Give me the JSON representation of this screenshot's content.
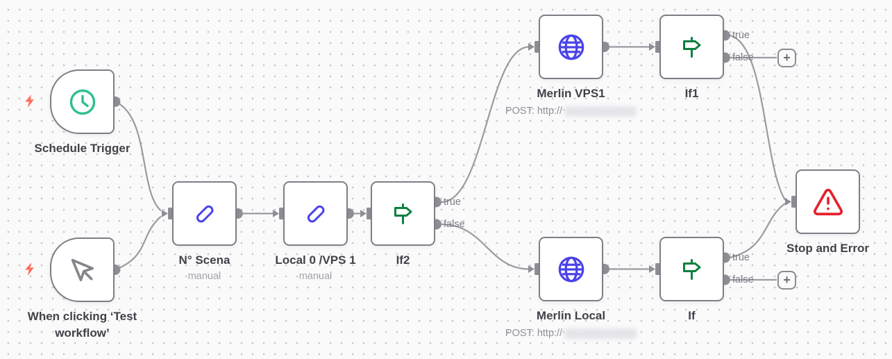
{
  "app": {
    "name": "n8n workflow canvas"
  },
  "nodes": {
    "schedule_trigger": {
      "label": "Schedule Trigger",
      "icon": "clock-icon"
    },
    "manual_trigger": {
      "label": "When clicking ‘Test workflow’",
      "icon": "mouse-pointer-icon"
    },
    "n_scena": {
      "label": "N° Scena",
      "sublabel": "manual",
      "icon": "pen-icon"
    },
    "local_vps": {
      "label": "Local 0 /VPS 1",
      "sublabel": "manual",
      "icon": "pen-icon"
    },
    "if2": {
      "label": "If2",
      "icon": "signpost-icon"
    },
    "merlin_vps1": {
      "label": "Merlin VPS1",
      "sublabel": "POST: http://",
      "icon": "globe-icon"
    },
    "if1": {
      "label": "If1",
      "icon": "signpost-icon"
    },
    "merlin_local": {
      "label": "Merlin Local",
      "sublabel": "POST: http://",
      "icon": "globe-icon"
    },
    "if_node": {
      "label": "If",
      "icon": "signpost-icon"
    },
    "stop_error": {
      "label": "Stop and Error",
      "icon": "alert-triangle-icon"
    }
  },
  "edge_labels": {
    "true": "true",
    "false": "false"
  },
  "controls": {
    "add_node_label": "+"
  },
  "connections": [
    {
      "from": "Schedule Trigger",
      "to": "N° Scena"
    },
    {
      "from": "When clicking ‘Test workflow’",
      "to": "N° Scena"
    },
    {
      "from": "N° Scena",
      "to": "Local 0 /VPS 1"
    },
    {
      "from": "Local 0 /VPS 1",
      "to": "If2"
    },
    {
      "from": "If2",
      "branch": "true",
      "to": "Merlin VPS1"
    },
    {
      "from": "If2",
      "branch": "false",
      "to": "Merlin Local"
    },
    {
      "from": "Merlin VPS1",
      "to": "If1"
    },
    {
      "from": "Merlin Local",
      "to": "If"
    },
    {
      "from": "If1",
      "branch": "true",
      "to": "Stop and Error"
    },
    {
      "from": "If",
      "branch": "true",
      "to": "Stop and Error"
    },
    {
      "from": "If1",
      "branch": "false",
      "to": "add-node-button"
    },
    {
      "from": "If",
      "branch": "false",
      "to": "add-node-button"
    }
  ],
  "colors": {
    "success_green": "#2ebf8f",
    "icon_blue": "#4a43e8",
    "icon_green": "#0e8040",
    "icon_red": "#e4202c",
    "bolt_orange": "#ff6c5a",
    "edge_gray": "#9a9aa1",
    "node_border": "#7e7e87"
  }
}
